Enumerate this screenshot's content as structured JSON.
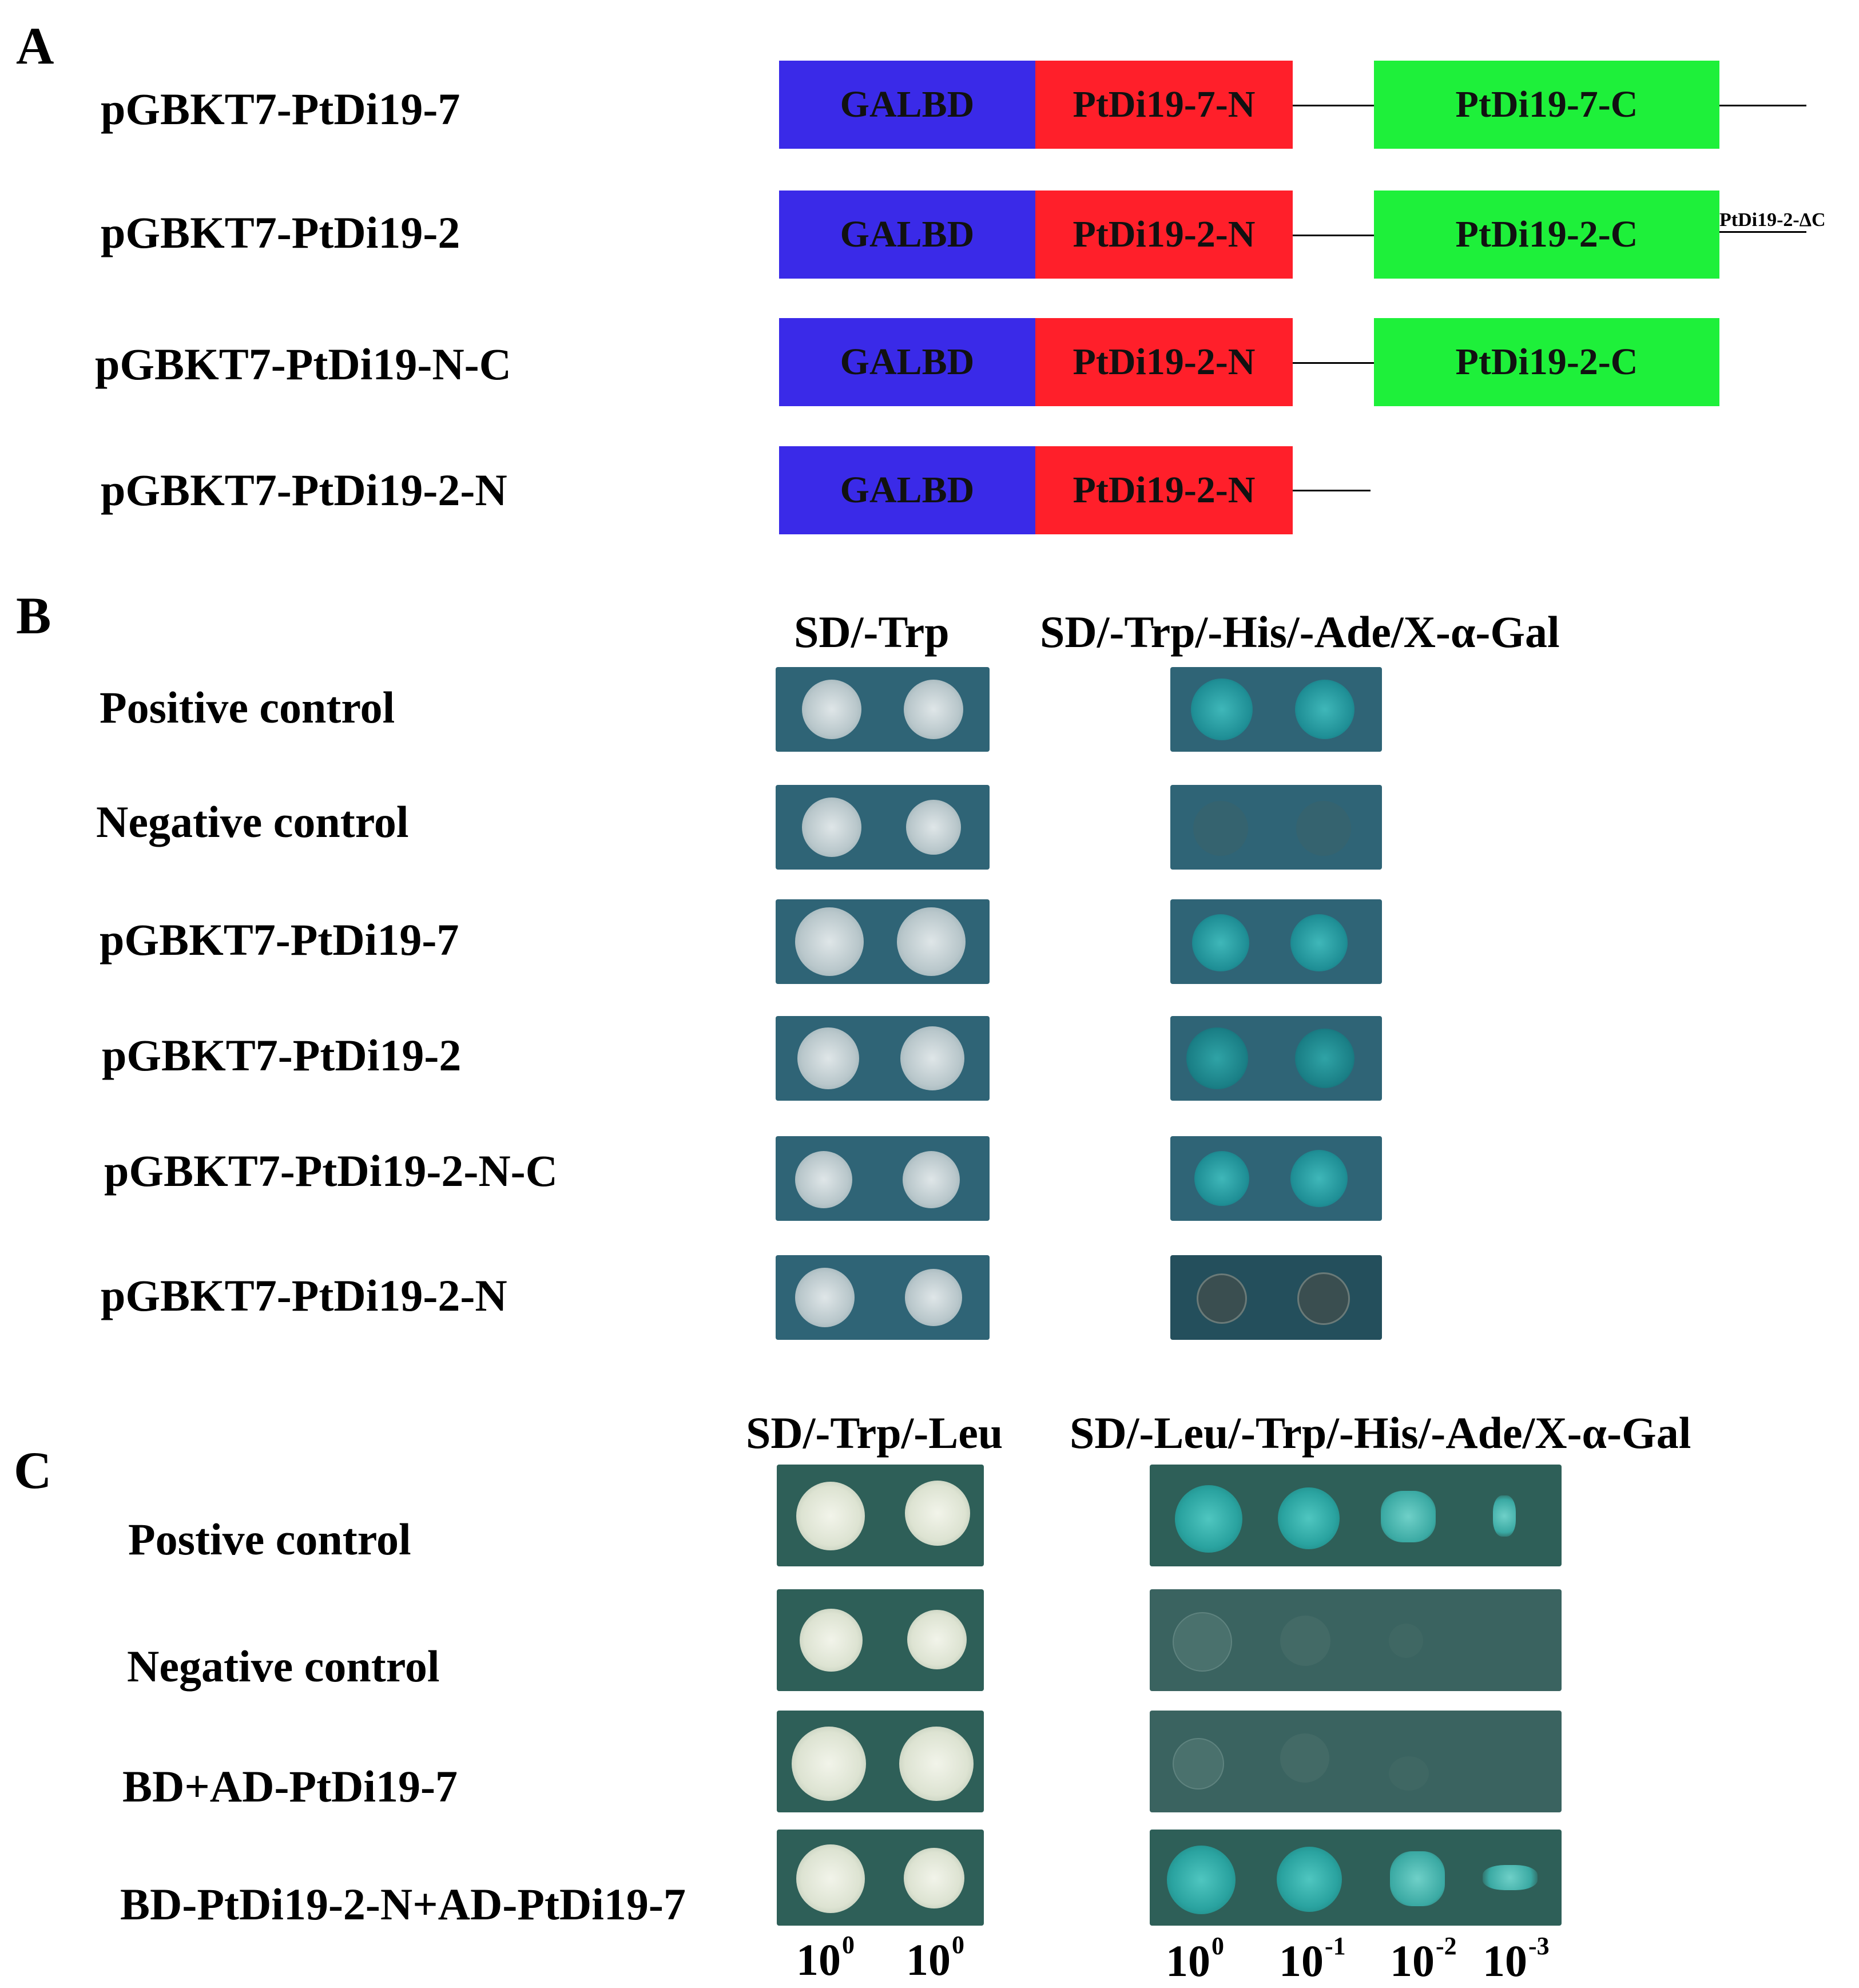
{
  "panelA": {
    "letter": "A",
    "constructs": [
      {
        "label": "pGBKT7-PtDi19-7",
        "segments": [
          "GALBD",
          "PtDi19-7-N",
          "PtDi19-7-C"
        ]
      },
      {
        "label": "pGBKT7-PtDi19-2",
        "segments": [
          "GALBD",
          "PtDi19-2-N",
          "PtDi19-2-C"
        ],
        "note": "PtDi19-2-ΔC"
      },
      {
        "label": "pGBKT7-PtDi19-N-C",
        "segments": [
          "GALBD",
          "PtDi19-2-N",
          "PtDi19-2-C"
        ]
      },
      {
        "label": "pGBKT7-PtDi19-2-N",
        "segments": [
          "GALBD",
          "PtDi19-2-N"
        ]
      }
    ],
    "colors": {
      "galbd": "#3a2ae8",
      "n_domain": "#ff1f2a",
      "c_domain": "#1ef03a"
    }
  },
  "panelB": {
    "letter": "B",
    "headers": [
      "SD/-Trp",
      "SD/-Trp/-His/-Ade/X-α-Gal"
    ],
    "rows": [
      "Positive control",
      "Negative control",
      "pGBKT7-PtDi19-7",
      "pGBKT7-PtDi19-2",
      "pGBKT7-PtDi19-2-N-C",
      "pGBKT7-PtDi19-2-N"
    ]
  },
  "panelC": {
    "letter": "C",
    "headers": [
      "SD/-Trp/-Leu",
      "SD/-Leu/-Trp/-His/-Ade/X-α-Gal"
    ],
    "rows": [
      "Postive  control",
      "Negative  control",
      "BD+AD-PtDi19-7",
      "BD-PtDi19-2-N+AD-PtDi19-7"
    ],
    "dilutions_left": [
      {
        "base": "10",
        "exp": "0"
      },
      {
        "base": "10",
        "exp": "0"
      }
    ],
    "dilutions_right": [
      {
        "base": "10",
        "exp": "0"
      },
      {
        "base": "10",
        "exp": "-1"
      },
      {
        "base": "10",
        "exp": "-2"
      },
      {
        "base": "10",
        "exp": "-3"
      }
    ]
  }
}
